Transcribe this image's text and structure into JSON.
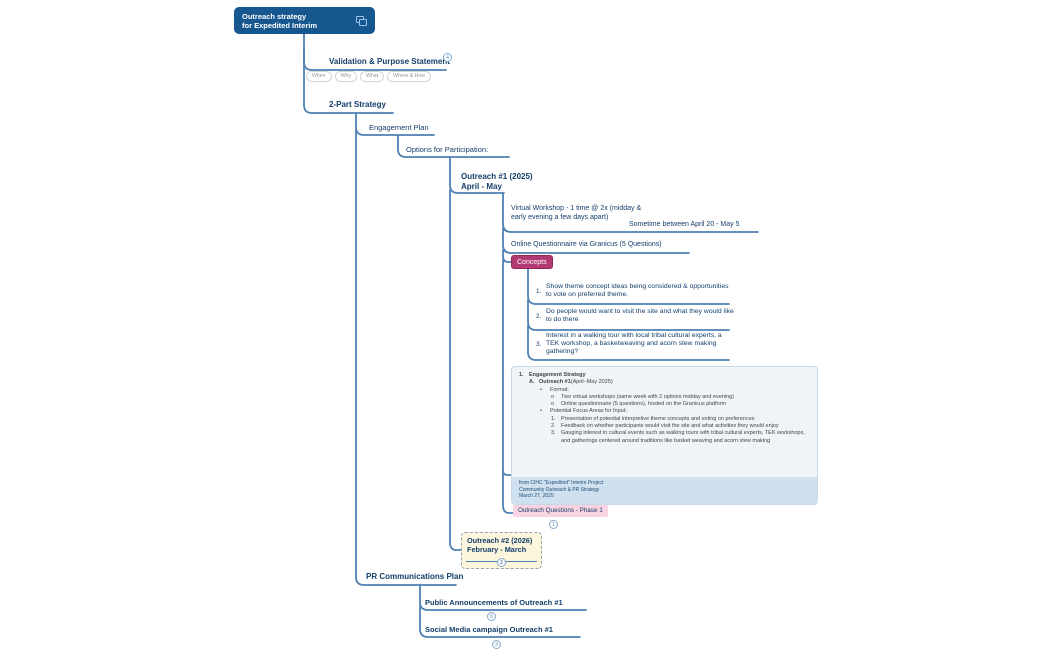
{
  "root": {
    "title_line1": "Outreach strategy",
    "title_line2": "for Expedited Interim"
  },
  "nodes": {
    "validation": {
      "label": "Validation & Purpose Statement",
      "badge": "4"
    },
    "tags": [
      "When",
      "Why",
      "What",
      "Where & How"
    ],
    "two_part": "2-Part Strategy",
    "engagement_plan": "Engagement Plan",
    "options": "Options for Participation:",
    "outreach1": {
      "line1": "Outreach #1 (2025)",
      "line2": "April - May"
    },
    "virtual_workshop": "Virtual Workshop - 1 time @ 2x (midday & early evening a few days apart)",
    "sometime": "Sometime between April 20 - May 5",
    "questionnaire": "Online Questionnaire via Granicus (5 Questions)",
    "concepts": {
      "label": "Concepts",
      "items": [
        {
          "num": "1.",
          "text": "Show theme concept ideas being considered & opportunities to vote on preferred theme."
        },
        {
          "num": "2.",
          "text": "Do people would want to visit the site and what they would like to do there"
        },
        {
          "num": "3.",
          "text": "Interest in a walking tour with local tribal cultural experts, a TEK workshop, a basketweaving and acorn stew making gathering?"
        }
      ]
    },
    "outreach_questions": {
      "label": "Outreach Questions - Phase 1",
      "badge": "1"
    },
    "outreach2": {
      "line1": "Outreach #2 (2026)",
      "line2": "February - March",
      "badge": "2"
    },
    "pr_plan": "PR Communications Plan",
    "public_announcements": {
      "label": "Public Announcements of Outreach #1",
      "badge": "6"
    },
    "social_media": {
      "label": "Social Media campaign Outreach #1",
      "badge": "3"
    }
  },
  "document": {
    "lines": [
      {
        "marker": "1.",
        "bold_text": "Engagement Strategy",
        "text": ""
      },
      {
        "marker": "A.",
        "bold_text": "Outreach #1",
        "text": " (April–May 2025)"
      },
      {
        "marker": "•",
        "text": "Format:"
      },
      {
        "marker": "o",
        "text": "Two virtual workshops (same week with 2 options midday and evening)"
      },
      {
        "marker": "o",
        "text": "Online questionnaire (5 questions), hosted on the Granicus platform"
      },
      {
        "marker": "•",
        "text": "Potential Focus Areas for Input:"
      },
      {
        "marker": "1.",
        "text": "Presentation of potential interpretive theme concepts and voting on preferences"
      },
      {
        "marker": "2.",
        "text": "Feedback on whether participants would visit the site and what activities they would enjoy"
      },
      {
        "marker": "3.",
        "text": "Gauging interest in cultural events such as walking tours with tribal cultural experts, TEK workshops, and gatherings centered around traditions like basket weaving and acorn stew making"
      }
    ],
    "source_line1": "from CIHC \"Expedited\" Interim Project",
    "source_line2": "Community Outreach & PR Strategy",
    "source_line3": "March 27, 2025"
  },
  "colors": {
    "root_fill": "#17578f",
    "connector": "#4f81b3",
    "node_text": "#143e6b",
    "concepts_fill": "#b13a72",
    "pink_highlight": "#f8d3e1",
    "doc_bg": "#f0f3f7",
    "doc_source_bg": "#cfe0ee",
    "dashed_box_bg": "#fcf6dc"
  }
}
